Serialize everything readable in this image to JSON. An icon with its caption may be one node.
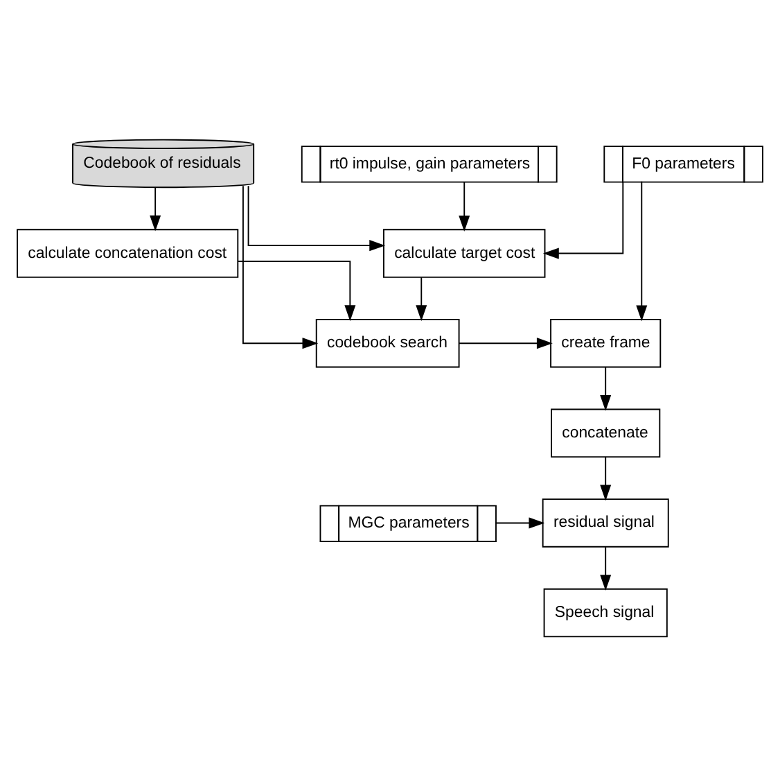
{
  "diagram": {
    "nodes": [
      {
        "text": [
          "F0 parameters"
        ]
      },
      {
        "text": [
          "rt0 impulse, gain parameters"
        ]
      },
      {
        "text": [
          "Codebook of residuals"
        ]
      },
      {
        "text": [
          "calculate target cost"
        ]
      },
      {
        "text": [
          "calculate concatenation cost"
        ]
      },
      {
        "text": [
          "create frame"
        ]
      },
      {
        "text": [
          "codebook search"
        ]
      },
      {
        "text": [
          "concatenate"
        ]
      },
      {
        "text": [
          "MGC parameters"
        ]
      },
      {
        "text": [
          "residual signal"
        ]
      },
      {
        "text": [
          "Speech signal"
        ]
      }
    ],
    "edges": [
      {
        "from": 0,
        "to": 3,
        "arrow": "to"
      },
      {
        "from": 1,
        "to": 3,
        "arrow": "to"
      },
      {
        "from": 2,
        "to": 3,
        "arrow": "to"
      },
      {
        "from": 2,
        "to": 4,
        "arrow": "to"
      },
      {
        "from": 2,
        "to": 6,
        "arrow": "to"
      },
      {
        "from": 0,
        "to": 5,
        "arrow": "to"
      },
      {
        "from": 3,
        "to": 6,
        "arrow": "to"
      },
      {
        "from": 4,
        "to": 6,
        "arrow": "to"
      },
      {
        "from": 6,
        "to": 5,
        "arrow": "to"
      },
      {
        "from": 5,
        "to": 7,
        "arrow": "to"
      },
      {
        "from": 7,
        "to": 9,
        "arrow": "to"
      },
      {
        "from": 8,
        "to": 9,
        "arrow": "to"
      },
      {
        "from": 9,
        "to": 10,
        "arrow": "to"
      }
    ]
  }
}
